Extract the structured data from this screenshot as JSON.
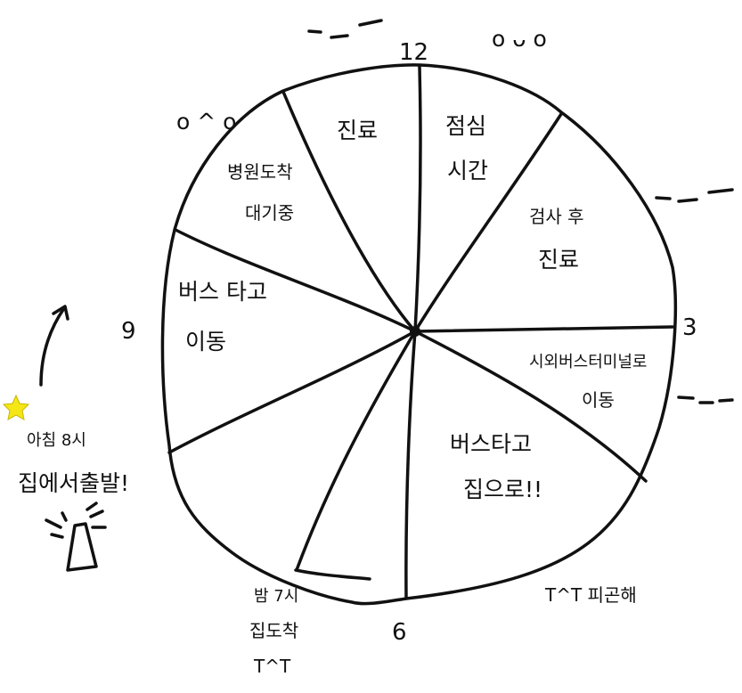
{
  "clock": {
    "numbers": {
      "twelve": "12",
      "three": "3",
      "six": "6",
      "nine": "9"
    }
  },
  "slices": {
    "arrive_hospital": [
      "병원도착",
      "대기중"
    ],
    "treatment": "진료",
    "lunch": [
      "점심",
      "시간"
    ],
    "after_test": [
      "검사 후",
      "진료"
    ],
    "to_terminal": [
      "시외버스터미널로",
      "이동"
    ],
    "bus_home": [
      "버스타고",
      "집으로!!"
    ],
    "bus_move": [
      "버스 타고",
      "이동"
    ]
  },
  "notes": {
    "depart": [
      "아침 8시",
      "집에서출발!"
    ],
    "arrive_home": [
      "밤 7시",
      "집도착",
      "T^T"
    ],
    "tired": "T^T 피곤해"
  },
  "faces": {
    "face_top_right": "o ᴗ o",
    "face_left": "o ^ o"
  },
  "colors": {
    "ink": "#111111",
    "star": "#f5e616"
  }
}
